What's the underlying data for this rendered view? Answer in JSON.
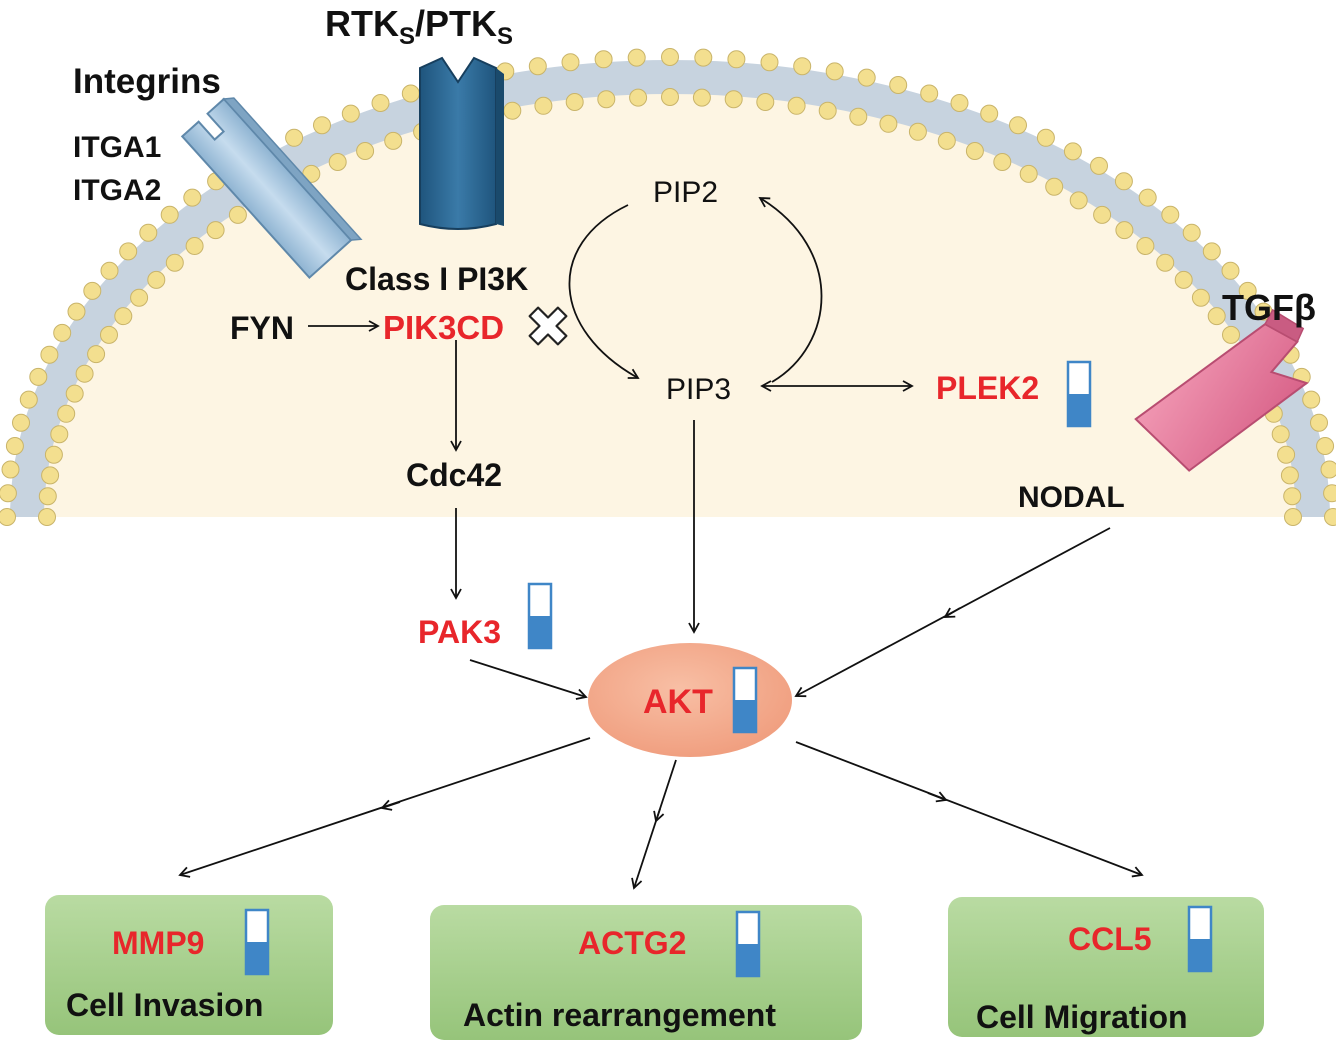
{
  "receptors": {
    "rtk": "RTKs/PTKs",
    "rtk_parts": [
      "RTK",
      "S",
      "/PTK",
      "S"
    ],
    "integrins_title": "Integrins",
    "itga1": "ITGA1",
    "itga2": "ITGA2",
    "tgfb": "TGFβ"
  },
  "nodes": {
    "class1_pi3k": "Class I PI3K",
    "fyn": "FYN",
    "pik3cd": "PIK3CD",
    "pip2": "PIP2",
    "pip3": "PIP3",
    "plek2": "PLEK2",
    "nodal": "NODAL",
    "cdc42": "Cdc42",
    "pak3": "PAK3",
    "akt": "AKT"
  },
  "outcomes": [
    {
      "gene": "MMP9",
      "label": "Cell Invasion",
      "level": 0.5
    },
    {
      "gene": "ACTG2",
      "label": "Actin rearrangement",
      "level": 0.5
    },
    {
      "gene": "CCL5",
      "label": "Cell Migration",
      "level": 0.5
    }
  ],
  "expression_levels": {
    "plek2": 0.5,
    "pak3": 0.5,
    "akt": 0.5
  },
  "colors": {
    "highlight_gene": "#e8262b",
    "cell_interior": "#fdf5e3",
    "membrane_head": "#f3df8f",
    "membrane_tail": "#c7d3df",
    "rtk_receptor": "#2a6592",
    "integrin": "#a7c7e0",
    "tgfb_receptor": "#e8799d",
    "akt_node": "#f5a88a",
    "outcome_box": "#a8d08d",
    "indicator": "#3f86c7"
  }
}
